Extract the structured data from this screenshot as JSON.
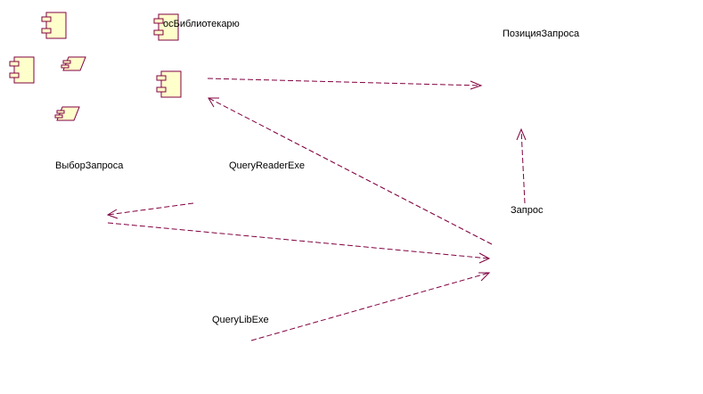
{
  "diagram": {
    "kind": "uml-component-diagram",
    "colors": {
      "edge": "#800040",
      "component_fill": "#ffffcc",
      "component_stroke": "#800040",
      "background": "#ffffff",
      "text": "#000000"
    },
    "nodes": {
      "library_request": {
        "label": "осБиблиотекарю"
      },
      "request_position": {
        "label": "ПозицияЗапроса"
      },
      "query_select": {
        "label": "ВыборЗапроса"
      },
      "query_reader_exe": {
        "label": "QueryReaderExe"
      },
      "request": {
        "label": "Запрос"
      },
      "query_lib_exe": {
        "label": "QueryLibExe"
      }
    },
    "icons": [
      "component-icon",
      "component-icon",
      "component-icon",
      "component-icon",
      "subprogram-icon",
      "subprogram-icon"
    ],
    "edges": [
      {
        "from": "query_reader_exe",
        "to": "request_position",
        "style": "dashed-dependency"
      },
      {
        "from": "request",
        "to": "query_reader_exe",
        "style": "dashed-dependency"
      },
      {
        "from": "request",
        "to": "request_position",
        "style": "dashed-dependency"
      },
      {
        "from": "query_reader_exe",
        "to": "query_select",
        "style": "dashed-dependency"
      },
      {
        "from": "query_select",
        "to": "request",
        "style": "dashed-dependency"
      },
      {
        "from": "query_lib_exe",
        "to": "request",
        "style": "dashed-dependency"
      }
    ]
  }
}
